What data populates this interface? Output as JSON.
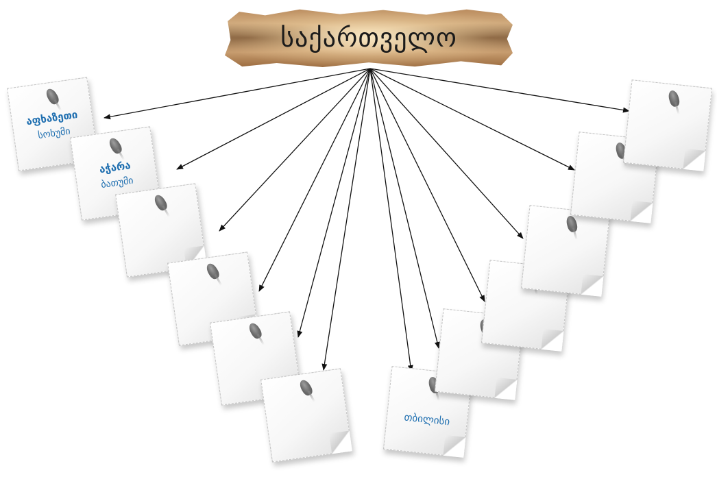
{
  "banner": {
    "title": "საქართველო"
  },
  "notes": [
    {
      "title": "აფხაზეთი",
      "subtitle": "სოხუმი"
    },
    {
      "title": "აჭარა",
      "subtitle": "ბათუმი"
    },
    {
      "title": "",
      "subtitle": ""
    },
    {
      "title": "",
      "subtitle": ""
    },
    {
      "title": "",
      "subtitle": ""
    },
    {
      "title": "",
      "subtitle": ""
    },
    {
      "title": "თბილისი"
    },
    {
      "title": "",
      "subtitle": ""
    },
    {
      "title": "",
      "subtitle": ""
    },
    {
      "title": "",
      "subtitle": ""
    },
    {
      "title": "",
      "subtitle": ""
    },
    {
      "title": "",
      "subtitle": ""
    }
  ],
  "colors": {
    "label": "#1f6fb0",
    "arrow": "#111111"
  }
}
